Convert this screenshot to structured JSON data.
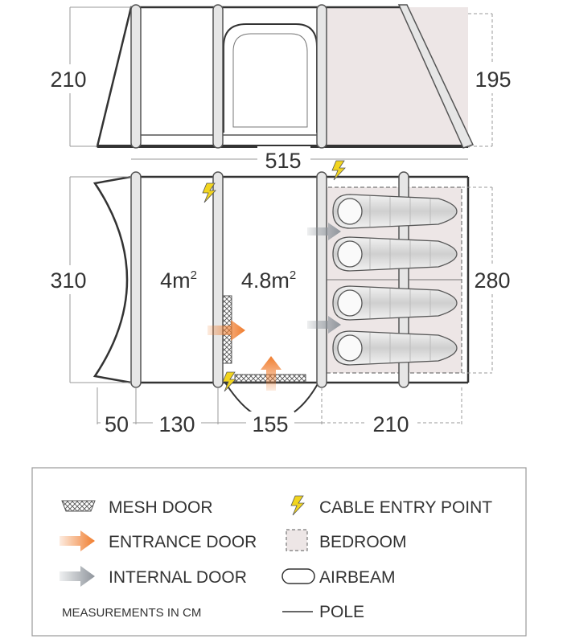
{
  "dimensions": {
    "side_height_left": "210",
    "side_height_right": "195",
    "total_length": "515",
    "floor_width": "310",
    "bedroom_width": "280",
    "porch_depth": "50",
    "room1_length": "130",
    "room2_length": "155",
    "bedroom_length": "210"
  },
  "areas": {
    "room1": {
      "value": "4m",
      "sup": "2"
    },
    "room2": {
      "value": "4.8m",
      "sup": "2"
    }
  },
  "legend": {
    "mesh_door": "MESH DOOR",
    "entrance_door": "ENTRANCE DOOR",
    "internal_door": "INTERNAL DOOR",
    "cable_entry_point": "CABLE ENTRY POINT",
    "bedroom": "BEDROOM",
    "airbeam": "AIRBEAM",
    "pole": "POLE",
    "measurements_note": "MEASUREMENTS IN CM"
  },
  "colors": {
    "outline": "#333333",
    "dimension_line": "#9a9a9a",
    "bedroom_fill": "#ede6e6",
    "airbeam_fill": "#e6e6e6",
    "entrance_arrow": "#f07d2e",
    "internal_arrow": "#8f959c",
    "lightning": "#f2d51e"
  }
}
